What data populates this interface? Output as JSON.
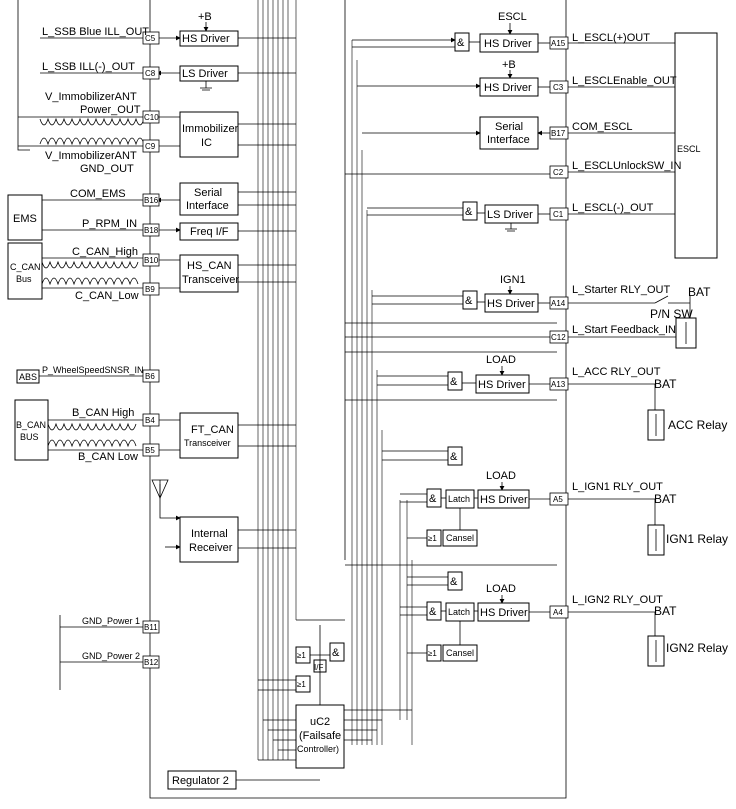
{
  "blocks": {
    "hs1": "HS Driver",
    "ls1": "LS Driver",
    "immo": [
      "Immobilizer",
      "IC"
    ],
    "serial1": [
      "Serial",
      "Interface"
    ],
    "freq": "Freq I/F",
    "hscan": [
      "HS_CAN",
      "Transceiver"
    ],
    "ftcan": [
      "FT_CAN",
      "Transceiver"
    ],
    "recv": [
      "Internal",
      "Receiver"
    ],
    "reg": "Regulator 2",
    "hs_escl": "HS Driver",
    "hs_en": "HS Driver",
    "serial2": [
      "Serial",
      "Interface"
    ],
    "ls2": "LS Driver",
    "hs_ign1": "HS Driver",
    "hs_acc": "HS Driver",
    "hs_ign1b": "HS Driver",
    "hs_ign2": "HS Driver",
    "latch1": "Latch",
    "latch2": "Latch",
    "cansel1": "Cansel",
    "cansel2": "Cansel",
    "uc2": [
      "uC2",
      "(Failsafe",
      "Controller)"
    ],
    "escl": "ESCL",
    "ems": "EMS",
    "ccan": [
      "C_CAN",
      "Bus"
    ],
    "abs": "ABS",
    "bcan": [
      "B_CAN",
      "BUS"
    ],
    "acc_relay": "ACC Relay",
    "ign1_relay": "IGN1 Relay",
    "ign2_relay": "IGN2 Relay"
  },
  "supply": {
    "b1": "+B",
    "escl": "ESCL",
    "b2": "+B",
    "ign1": "IGN1",
    "load1": "LOAD",
    "load2": "LOAD",
    "load3": "LOAD",
    "bat1": "BAT",
    "bat2": "BAT",
    "bat3": "BAT",
    "bat4": "BAT",
    "pn": "P/N SW"
  },
  "left_pins": [
    "C5",
    "C8",
    "C10",
    "C9",
    "B16",
    "B18",
    "B10",
    "B9",
    "B6",
    "B4",
    "B5",
    "B11",
    "B12"
  ],
  "right_pins": [
    "A15",
    "C3",
    "B17",
    "C2",
    "C1",
    "A14",
    "C12",
    "A13",
    "A5",
    "A4"
  ],
  "left_signals": {
    "c5": "L_SSB Blue ILL_OUT",
    "c8": "L_SSB ILL(-)_OUT",
    "c10a": "V_ImmobilizerANT",
    "c10b": "Power_OUT",
    "c9a": "V_ImmobilizerANT",
    "c9b": "GND_OUT",
    "b16": "COM_EMS",
    "b18": "P_RPM_IN",
    "b10": "C_CAN_High",
    "b9": "C_CAN_Low",
    "b6": "P_WheelSpeedSNSR_IN",
    "b4": "B_CAN High",
    "b5": "B_CAN Low",
    "b11": "GND_Power 1",
    "b12": "GND_Power 2"
  },
  "right_signals": {
    "a15": "L_ESCL(+)OUT",
    "c3": "L_ESCLEnable_OUT",
    "b17": "COM_ESCL",
    "c2": "L_ESCLUnlockSW_IN",
    "c1": "L_ESCL(-)_OUT",
    "a14": "L_Starter RLY_OUT",
    "c12": "L_Start Feedback_IN",
    "a13": "L_ACC RLY_OUT",
    "a5": "L_IGN1 RLY_OUT",
    "a4": "L_IGN2 RLY_OUT"
  },
  "gates": {
    "and": "&",
    "or": "≥1",
    "if": "I/F"
  }
}
